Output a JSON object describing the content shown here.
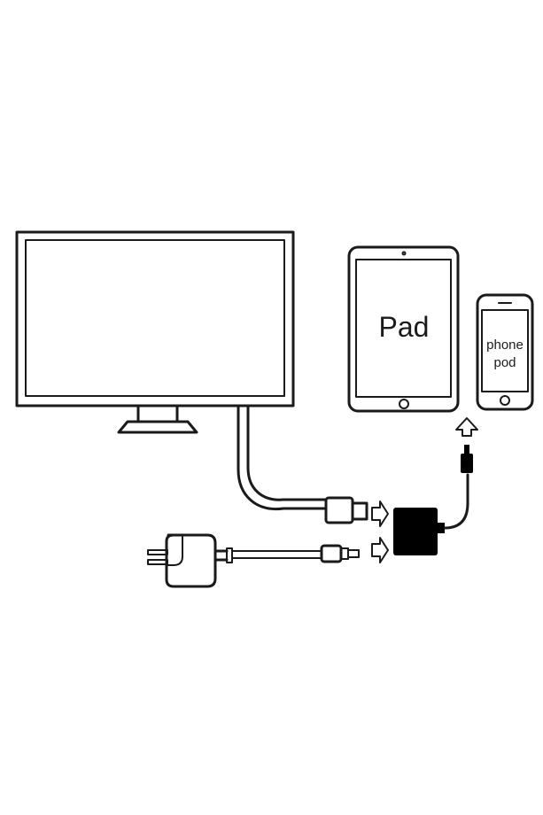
{
  "labels": {
    "tablet": "Pad",
    "phone_line1": "phone",
    "phone_line2": "pod"
  },
  "colors": {
    "line": "#1a1a1a",
    "background": "#ffffff",
    "adapter_fill": "#000000"
  },
  "icons": {
    "monitor": "monitor-icon",
    "tablet": "tablet-icon",
    "phone": "phone-icon",
    "adapter": "adapter-icon",
    "power_adapter": "power-adapter-icon",
    "arrow": "arrow-icon"
  }
}
